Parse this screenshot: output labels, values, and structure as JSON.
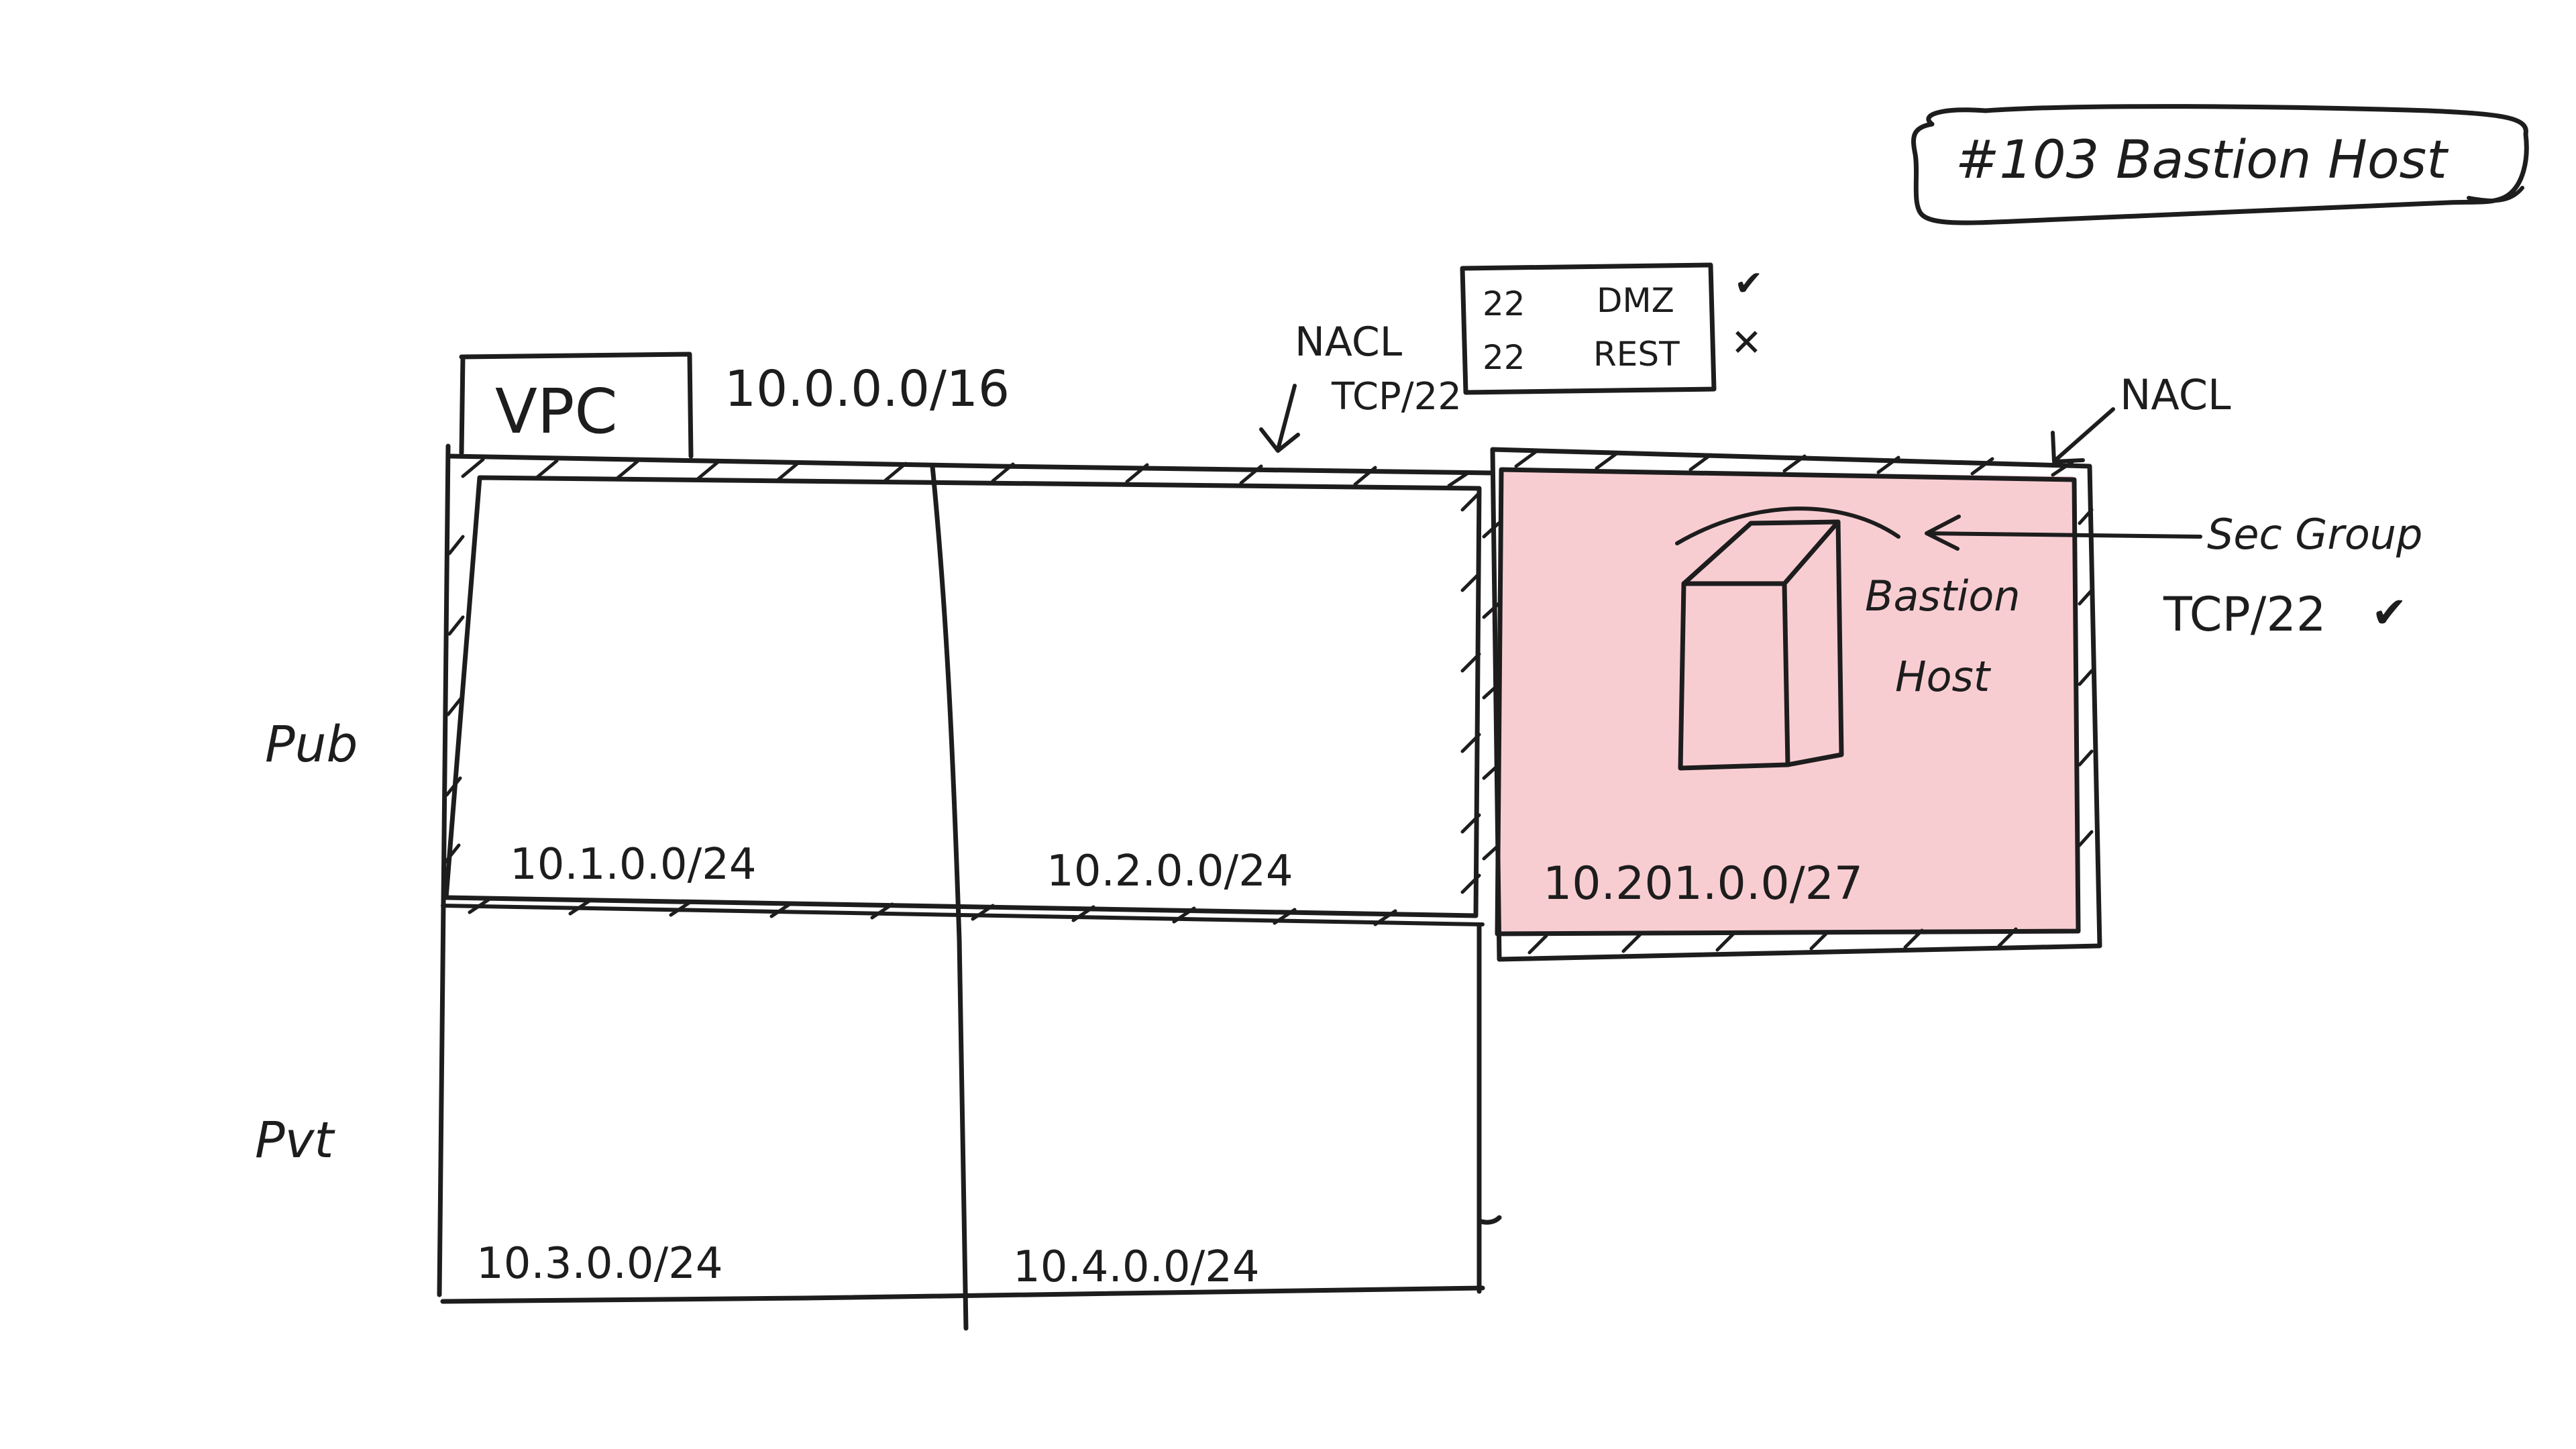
{
  "title": "#103 Bastion Host",
  "vpc": {
    "label": "VPC",
    "cidr": "10.0.0.0/16"
  },
  "rows": {
    "public": "Pub",
    "private": "Pvt"
  },
  "subnets": [
    {
      "id": "pub-1",
      "cidr": "10.1.0.0/24"
    },
    {
      "id": "pub-2",
      "cidr": "10.2.0.0/24"
    },
    {
      "id": "pvt-1",
      "cidr": "10.3.0.0/24"
    },
    {
      "id": "pvt-2",
      "cidr": "10.4.0.0/24"
    }
  ],
  "dmz": {
    "cidr": "10.201.0.0/27",
    "fill_color": "#f8cdd2",
    "host_label_line1": "Bastion",
    "host_label_line2": "Host"
  },
  "nacl_left": {
    "label": "NACL",
    "protocol": "TCP/22",
    "rules": [
      {
        "port": "22",
        "target": "DMZ",
        "mark": "✔"
      },
      {
        "port": "22",
        "target": "REST",
        "mark": "✕"
      }
    ]
  },
  "nacl_right": {
    "label": "NACL"
  },
  "security_group": {
    "label": "Sec Group",
    "rule": "TCP/22",
    "mark": "✔"
  }
}
